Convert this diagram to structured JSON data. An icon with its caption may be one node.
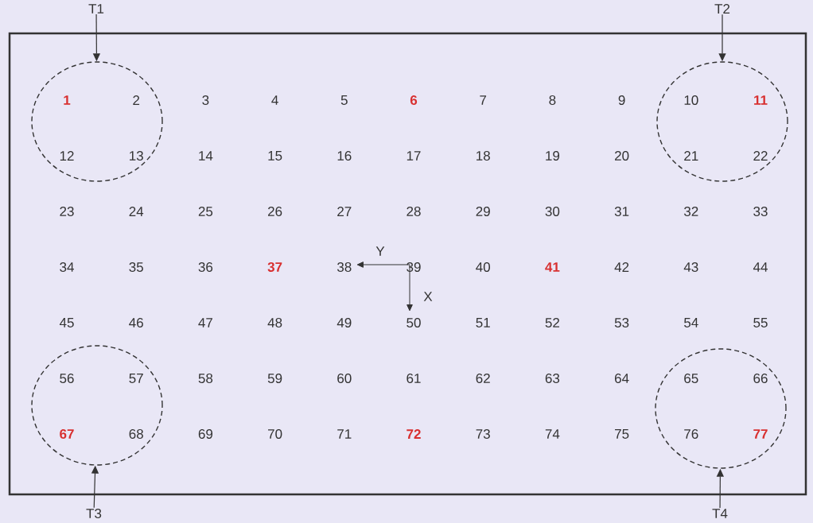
{
  "diagram": {
    "nodes": [
      {
        "text": [
          "T1"
        ]
      },
      {
        "text": [],
        "shape": "circle"
      },
      {
        "text": [
          "T2"
        ]
      },
      {
        "text": [],
        "shape": "circle"
      },
      {
        "text": [],
        "shape": "circle"
      },
      {
        "text": [],
        "shape": "circle"
      },
      {
        "text": [
          "T3"
        ]
      },
      {
        "text": [
          "T4"
        ]
      }
    ],
    "edges": [
      {
        "from": 0,
        "to": 1,
        "arrow": "to"
      },
      {
        "from": 2,
        "to": 3,
        "arrow": "to"
      },
      {
        "from": 6,
        "to": 4,
        "arrow": "to"
      },
      {
        "from": 7,
        "to": 5,
        "arrow": "to"
      }
    ],
    "labels": [
      "1",
      "2",
      "3",
      "4",
      "5",
      "6",
      "7",
      "8",
      "9",
      "10",
      "11",
      "12",
      "13",
      "14",
      "15",
      "16",
      "17",
      "18",
      "19",
      "20",
      "21",
      "22",
      "23",
      "24",
      "25",
      "26",
      "27",
      "28",
      "29",
      "30",
      "31",
      "32",
      "33",
      "Y",
      "34",
      "35",
      "36",
      "37",
      "38",
      "39",
      "40",
      "41",
      "42",
      "43",
      "44",
      "X",
      "45",
      "46",
      "47",
      "48",
      "49",
      "50",
      "51",
      "52",
      "53",
      "54",
      "55",
      "56",
      "57",
      "58",
      "59",
      "60",
      "61",
      "62",
      "63",
      "64",
      "65",
      "66",
      "67",
      "68",
      "69",
      "70",
      "71",
      "72",
      "73",
      "74",
      "75",
      "76",
      "77"
    ]
  }
}
